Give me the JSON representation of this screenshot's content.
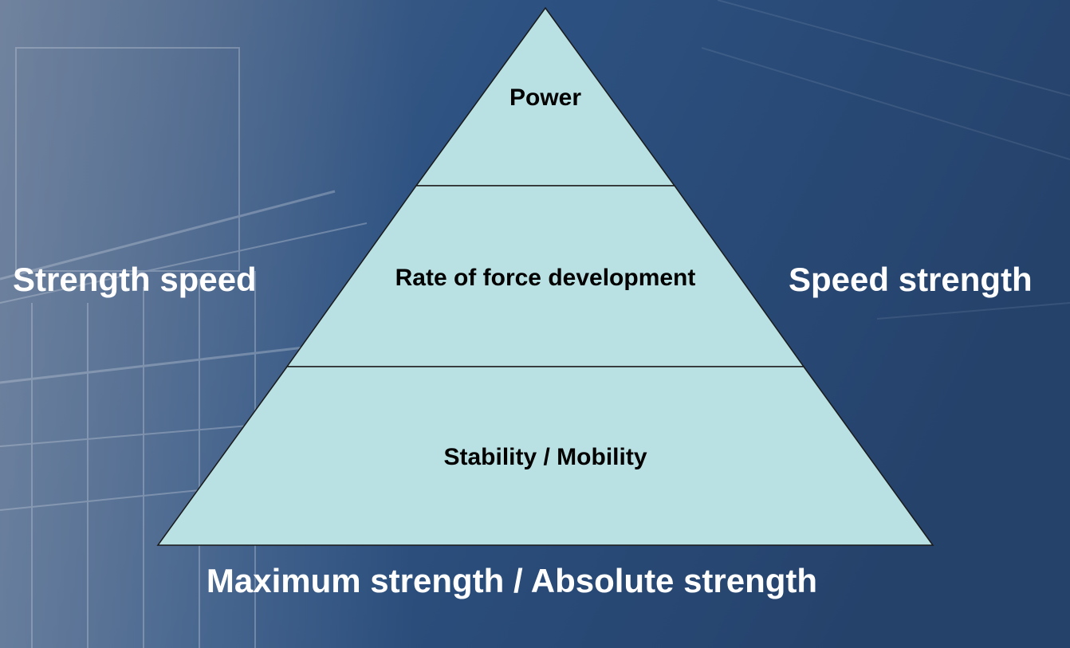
{
  "colors": {
    "pyramid_fill": "#b9e0e2",
    "pyramid_stroke": "#1a1a1a",
    "background": "#2a4a73",
    "side_text": "#ffffff",
    "level_text": "#000000"
  },
  "pyramid": {
    "levels": [
      {
        "label": "Power"
      },
      {
        "label": "Rate of force development"
      },
      {
        "label": "Stability / Mobility"
      }
    ]
  },
  "side_labels": {
    "left": "Strength speed",
    "right": "Speed strength"
  },
  "bottom_label": "Maximum strength / Absolute strength"
}
